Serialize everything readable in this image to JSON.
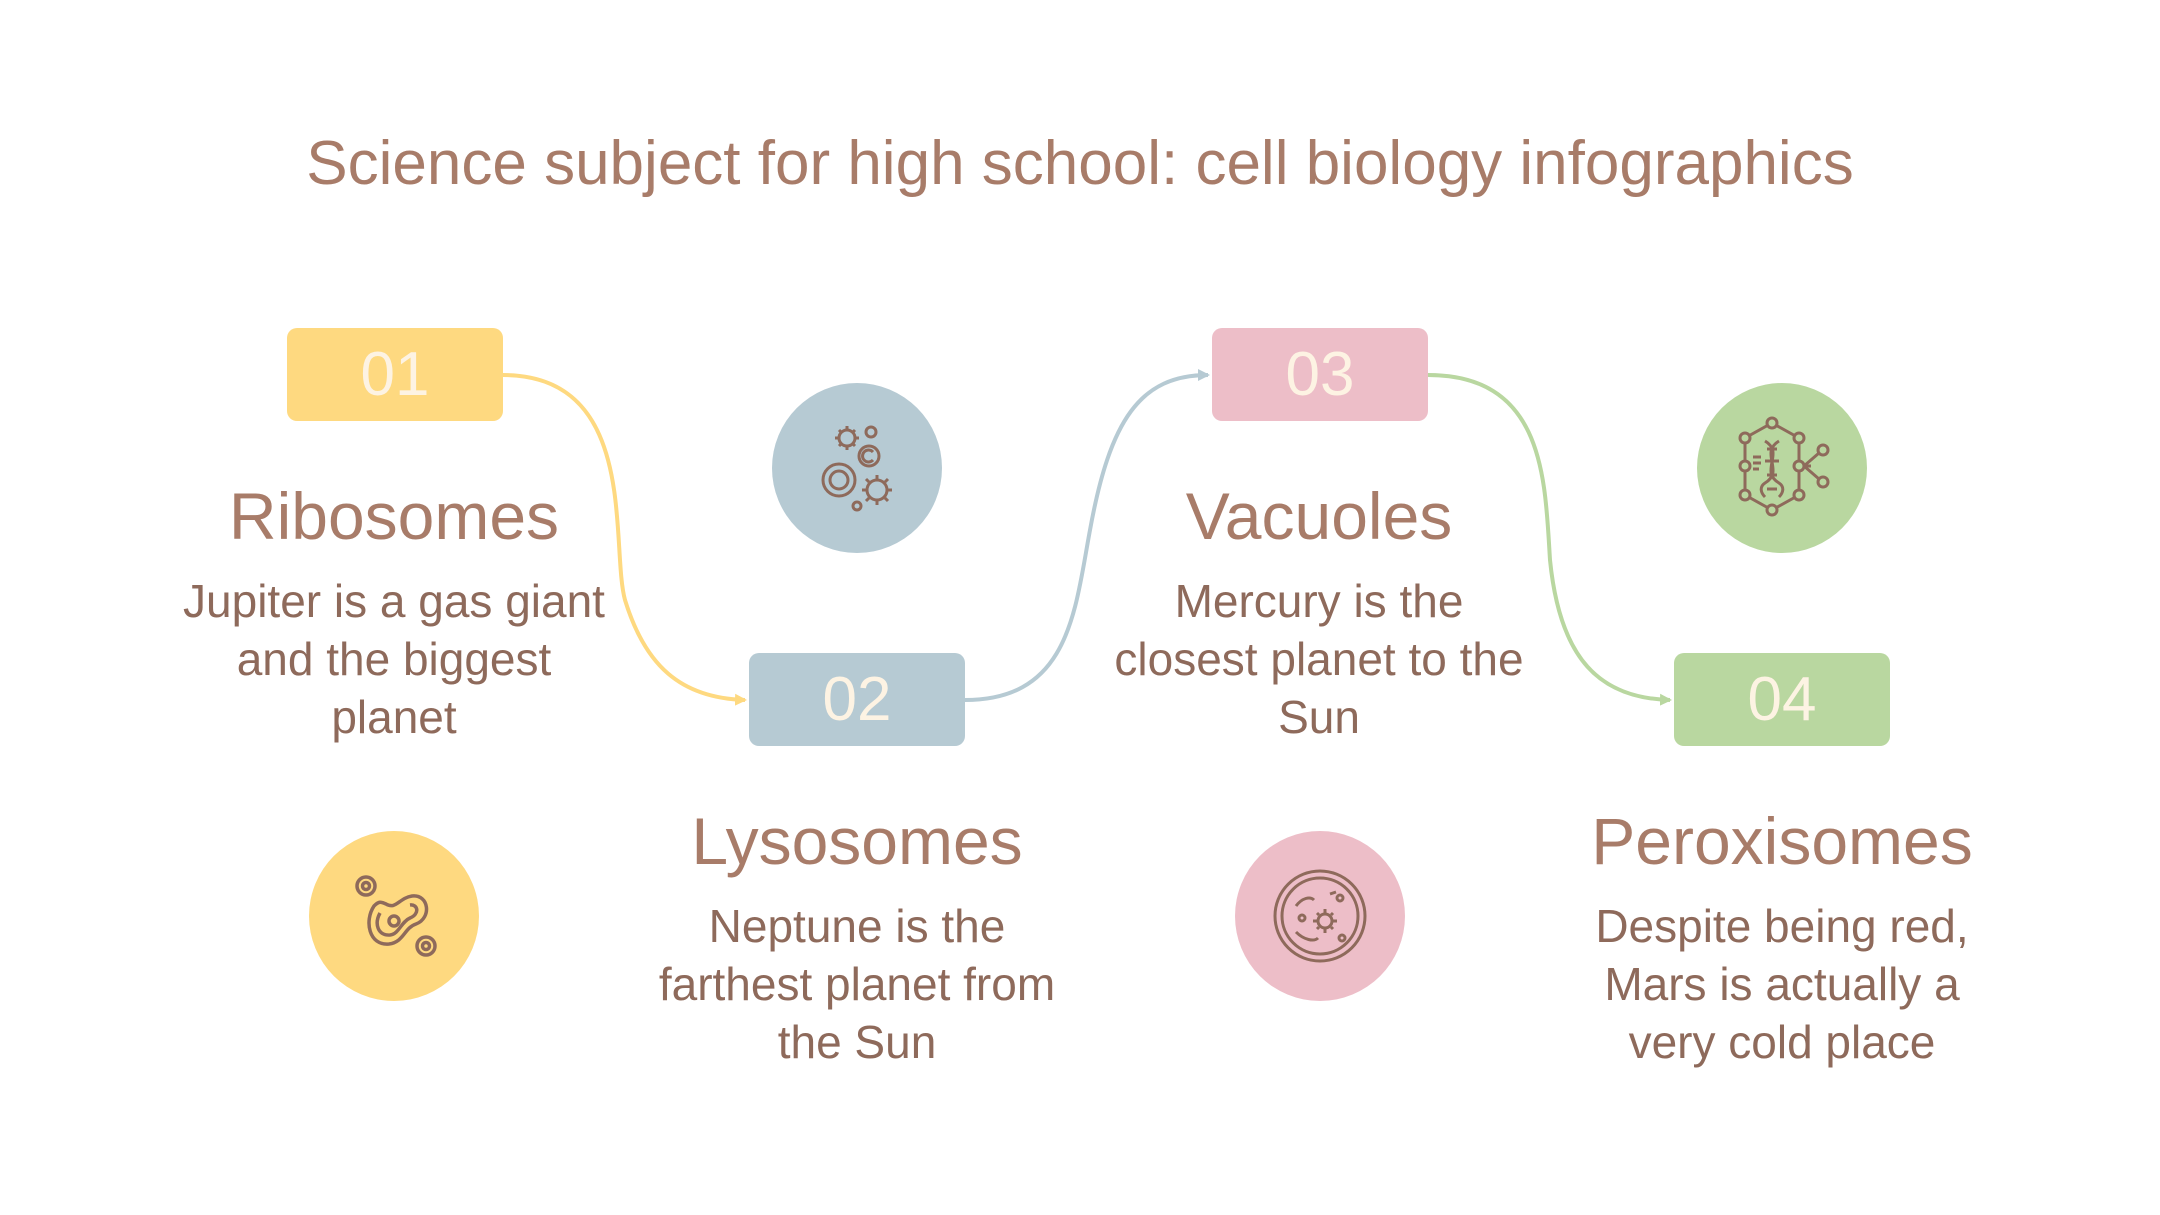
{
  "title": "Science subject for high school: cell biology infographics",
  "colors": {
    "yellow": "#fed980",
    "blue": "#b6cad3",
    "pink": "#edbec8",
    "green": "#b9d7a0",
    "text": "#a87c69"
  },
  "steps": [
    {
      "number": "01",
      "heading": "Ribosomes",
      "description": "Jupiter is a gas giant and the biggest planet",
      "icon": "cell-division-icon"
    },
    {
      "number": "02",
      "heading": "Lysosomes",
      "description": "Neptune is the farthest planet from the Sun",
      "icon": "microbes-icon"
    },
    {
      "number": "03",
      "heading": "Vacuoles",
      "description": "Mercury is the closest planet to the Sun",
      "icon": "cell-microscope-icon"
    },
    {
      "number": "04",
      "heading": "Peroxisomes",
      "description": "Despite being red, Mars is actually a very cold place",
      "icon": "dna-network-icon"
    }
  ]
}
